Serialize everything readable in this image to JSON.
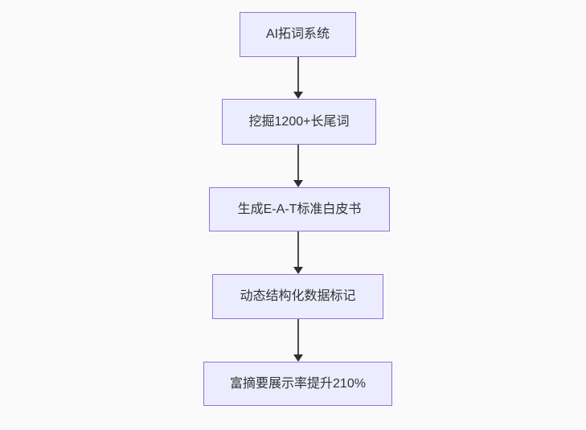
{
  "diagram": {
    "type": "flowchart",
    "direction": "top-down",
    "nodes": [
      {
        "label": "AI拓词系统"
      },
      {
        "label": "挖掘1200+长尾词"
      },
      {
        "label": "生成E-A-T标准白皮书"
      },
      {
        "label": "动态结构化数据标记"
      },
      {
        "label": "富摘要展示率提升210%"
      }
    ],
    "edges": [
      {
        "from": "AI拓词系统",
        "to": "挖掘1200+长尾词"
      },
      {
        "from": "挖掘1200+长尾词",
        "to": "生成E-A-T标准白皮书"
      },
      {
        "from": "生成E-A-T标准白皮书",
        "to": "动态结构化数据标记"
      },
      {
        "from": "动态结构化数据标记",
        "to": "富摘要展示率提升210%"
      }
    ],
    "colors": {
      "node_fill": "#ececff",
      "node_border": "#9370db",
      "text": "#333333",
      "arrow": "#333333",
      "background": "#fafafa"
    }
  }
}
